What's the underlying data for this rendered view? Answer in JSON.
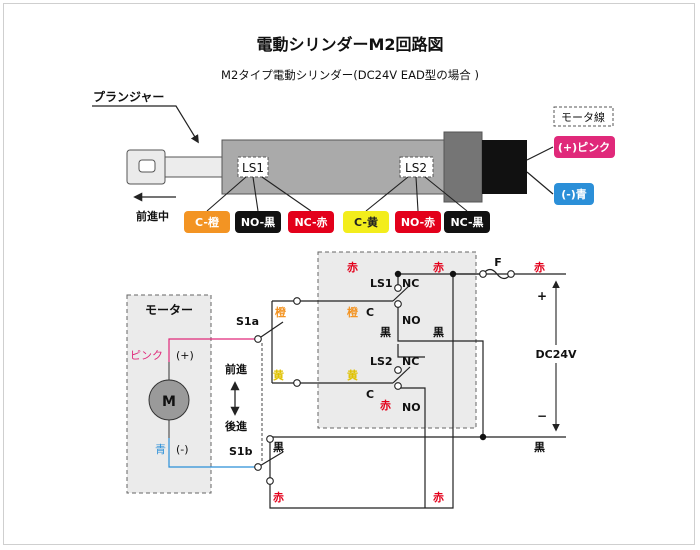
{
  "title": "電動シリンダーM2回路図",
  "subtitle": "M2タイプ電動シリンダー(DC24V EAD型の場合 )",
  "plunger_label": "プランジャー",
  "forward_label": "前進中",
  "motor_wire_label": "モータ線",
  "motor_wires": [
    {
      "label": "(+)ピンク",
      "color": "#e0297a"
    },
    {
      "label": "(-)青",
      "color": "#2b8fd8"
    }
  ],
  "ls_body_labels": [
    "LS1",
    "LS2"
  ],
  "terminals": [
    {
      "label": "C-橙",
      "bg": "#f39423",
      "fg": "#ffffff"
    },
    {
      "label": "NO-黒",
      "bg": "#111111",
      "fg": "#ffffff"
    },
    {
      "label": "NC-赤",
      "bg": "#e3001b",
      "fg": "#ffffff"
    },
    {
      "label": "C-黄",
      "bg": "#f3ed1c",
      "fg": "#222222"
    },
    {
      "label": "NO-赤",
      "bg": "#e3001b",
      "fg": "#ffffff"
    },
    {
      "label": "NC-黒",
      "bg": "#111111",
      "fg": "#ffffff"
    }
  ],
  "circuit": {
    "motor_box_title": "モーター",
    "motor_symbol": "M",
    "pink": "ピンク",
    "plus": "(+)",
    "blue": "青",
    "minus": "(-)",
    "s1a": "S1a",
    "s1b": "S1b",
    "forward": "前進",
    "backward": "後進",
    "orange": "橙",
    "yellow": "黄",
    "black": "黒",
    "red": "赤",
    "ls1": "LS1",
    "ls2": "LS2",
    "nc": "NC",
    "no": "NO",
    "c": "C",
    "fuse": "F",
    "plus_sign": "+",
    "minus_sign": "−",
    "voltage": "DC24V"
  }
}
